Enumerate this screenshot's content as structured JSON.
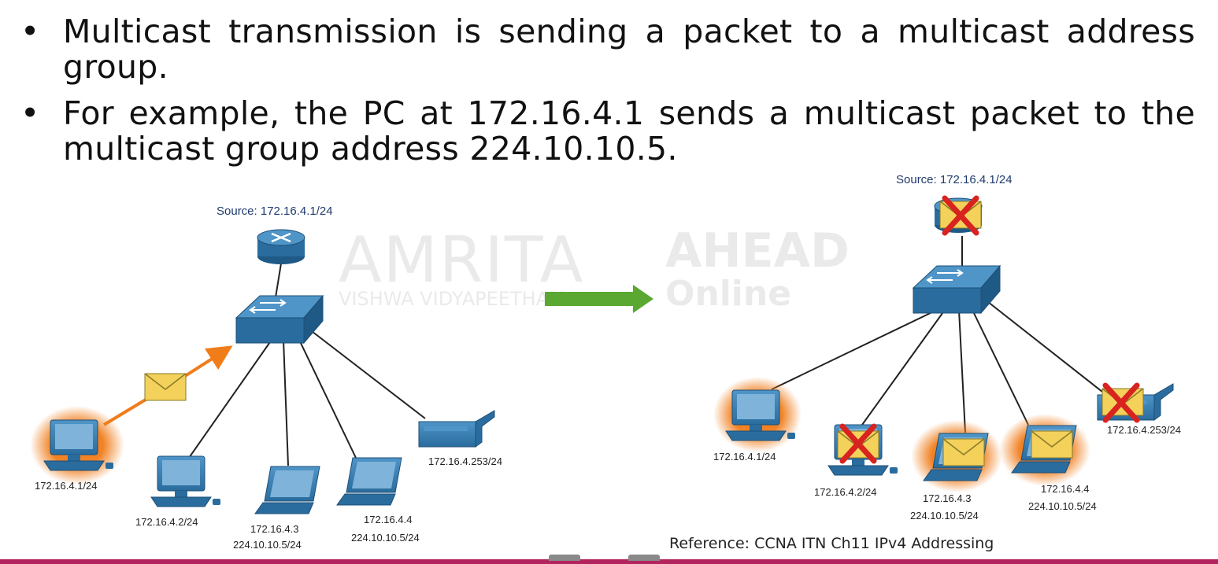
{
  "bullets": [
    {
      "line1": "Multicast transmission is sending a packet to a multicast address",
      "line2": "group."
    },
    {
      "line1": "For example, the PC at 172.16.4.1 sends a multicast packet to the",
      "line2": "multicast group address 224.10.10.5."
    }
  ],
  "watermark": {
    "brand": "AMRITA",
    "sub": "VISHWA VIDYAPEETHAM",
    "right_top": "AHEAD",
    "right_bottom": "Online"
  },
  "left_diagram": {
    "source_label": "Source: 172.16.4.1/24",
    "pc1": "172.16.4.1/24",
    "pc2": "172.16.4.2/24",
    "laptop3_ip": "172.16.4.3",
    "laptop3_group": "224.10.10.5/24",
    "laptop4_ip": "172.16.4.4",
    "laptop4_group": "224.10.10.5/24",
    "printer": "172.16.4.253/24"
  },
  "right_diagram": {
    "source_label": "Source: 172.16.4.1/24",
    "pc1": "172.16.4.1/24",
    "pc2": "172.16.4.2/24",
    "laptop3_ip": "172.16.4.3",
    "laptop3_group": "224.10.10.5/24",
    "laptop4_ip": "172.16.4.4",
    "laptop4_group": "224.10.10.5/24",
    "printer": "172.16.4.253/24"
  },
  "reference": "Reference: CCNA ITN Ch11 IPv4 Addressing",
  "colors": {
    "device": "#2a6c9e",
    "highlight": "#f07c1a",
    "envelope": "#f3d15a",
    "x_mark": "#d8231f",
    "arrow": "#5aa832",
    "bar": "#b2245e"
  }
}
